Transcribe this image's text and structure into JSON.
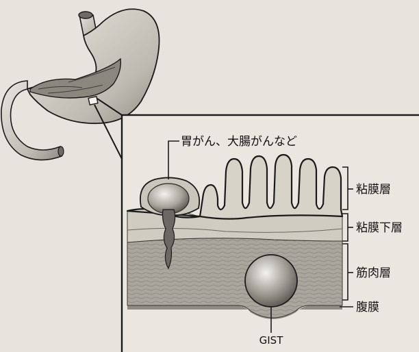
{
  "labels": {
    "cancer": "胃がん、大腸がんなど",
    "mucosa": "粘膜層",
    "submucosa": "粘膜下層",
    "muscle": "筋肉層",
    "serosa": "腹膜",
    "gist": "GIST"
  },
  "colors": {
    "background": "#e6e4dc",
    "line": "#1a1a1a",
    "mucosa_fill": "#d6d3c8",
    "submucosa_fill": "#cfccc2",
    "muscle_fill": "#a9a69d"
  }
}
